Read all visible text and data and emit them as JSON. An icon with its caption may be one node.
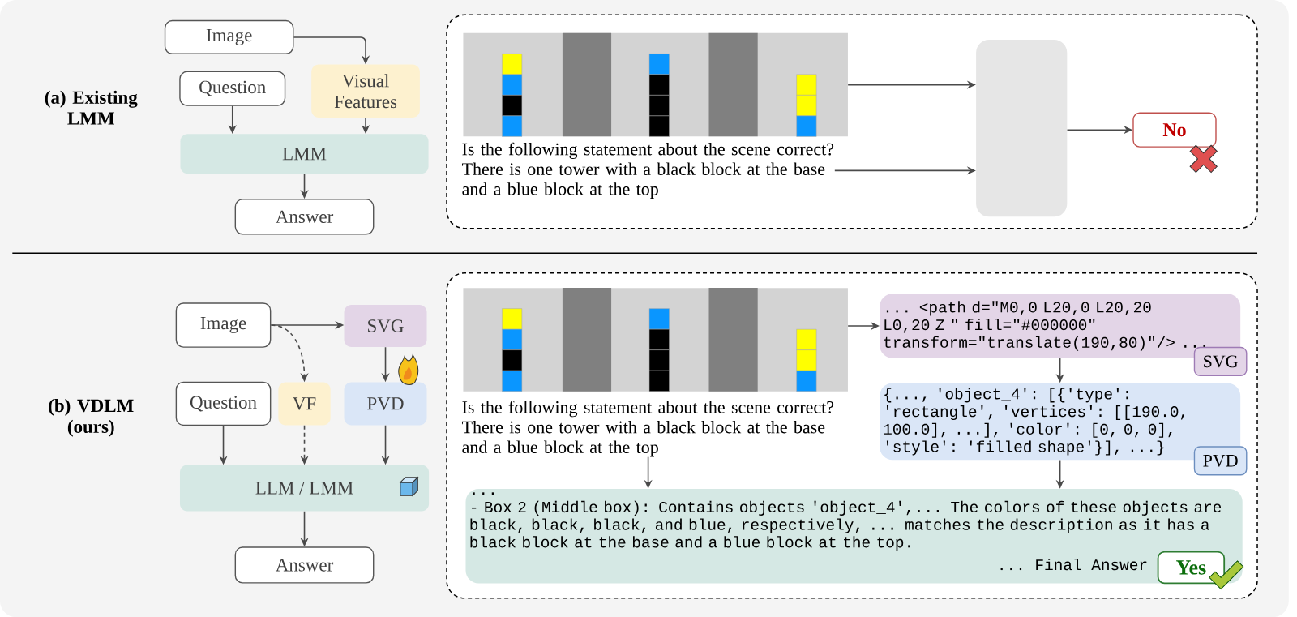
{
  "diagram": {
    "nodes": [
      {
        "text": [
          "Image"
        ]
      },
      {
        "text": [
          "Question"
        ]
      },
      {
        "text": [
          "Visual Features"
        ]
      },
      {
        "text": [
          "LMM"
        ]
      },
      {
        "text": [
          "Answer"
        ]
      },
      {
        "text": [],
        "shape": "box"
      },
      {
        "text": [],
        "shape": "picture",
        "in": 5
      },
      {
        "text": [
          "Is the following statement about the scene correct? There is one tower with a black block at the base and a blue block at the top"
        ],
        "in": 5
      },
      {
        "text": [],
        "shape": "box",
        "in": 5
      },
      {
        "text": [
          "No"
        ],
        "in": 5
      },
      {
        "text": [
          "Image"
        ]
      },
      {
        "text": [
          "SVG"
        ]
      },
      {
        "text": [
          "Question"
        ]
      },
      {
        "text": [
          "VF"
        ]
      },
      {
        "text": [
          "PVD"
        ]
      },
      {
        "text": [
          "LLM / LMM"
        ]
      },
      {
        "text": [
          "Answer"
        ]
      },
      {
        "text": [],
        "shape": "box"
      },
      {
        "text": [],
        "shape": "picture",
        "in": 17
      },
      {
        "text": [
          "Is the following statement about the scene correct? There is one tower with a black block at the base and a blue block at the top"
        ],
        "in": 17
      },
      {
        "text": [
          "... <path d=\"M0,0 L20,0 L20,20 L0,20 Z \" fill=\"#000000\" transform=\"translate(190,80)\"/> ...",
          "SVG"
        ],
        "in": 17
      },
      {
        "text": [
          "{..., 'object_4': [{'type': 'rectangle', 'vertices': [[190.0, 100.0], ...], 'color': [0, 0, 0], 'style': 'filled shape'}], ...}",
          "PVD"
        ],
        "in": 17
      },
      {
        "text": [
          "...",
          "- Box 2 (Middle box): Contains objects 'object_4',... The colors of these objects are black, black, black, and blue, respectively, ... matches the description as it has a black block at the base and a blue block at the top.",
          "... Final Answer"
        ],
        "in": 17
      },
      {
        "text": [
          "Yes"
        ],
        "in": 22
      }
    ],
    "edges": [
      {
        "from": 0,
        "to": 2,
        "arrow": "to"
      },
      {
        "from": 1,
        "to": 3,
        "arrow": "to"
      },
      {
        "from": 2,
        "to": 3,
        "arrow": "to"
      },
      {
        "from": 3,
        "to": 4,
        "arrow": "to"
      },
      {
        "from": 6,
        "to": 8,
        "arrow": "to"
      },
      {
        "from": 7,
        "to": 8,
        "arrow": "to"
      },
      {
        "from": 8,
        "to": 9,
        "arrow": "to"
      },
      {
        "from": 10,
        "to": 11,
        "arrow": "to"
      },
      {
        "from": 10,
        "to": 13,
        "arrow": "to",
        "style": "dashed"
      },
      {
        "from": 11,
        "to": 14,
        "arrow": "to"
      },
      {
        "from": 12,
        "to": 15,
        "arrow": "to"
      },
      {
        "from": 13,
        "to": 15,
        "arrow": "to",
        "style": "dashed"
      },
      {
        "from": 14,
        "to": 15,
        "arrow": "to"
      },
      {
        "from": 15,
        "to": 16,
        "arrow": "to"
      },
      {
        "from": 18,
        "to": 20,
        "arrow": "to"
      },
      {
        "from": 20,
        "to": 21,
        "arrow": "to"
      },
      {
        "from": 21,
        "to": 22,
        "arrow": "to"
      },
      {
        "from": 19,
        "to": 22,
        "arrow": "to"
      }
    ],
    "labels": [
      "(a) Existing LMM",
      "(b) VDLM (ours)"
    ]
  }
}
